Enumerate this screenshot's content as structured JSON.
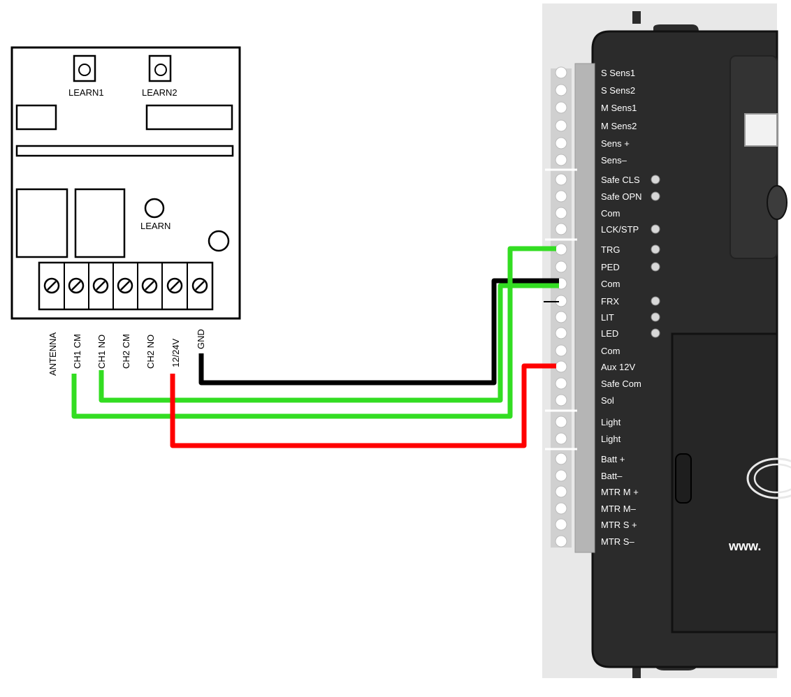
{
  "receiver": {
    "buttons": [
      "LEARN1",
      "LEARN2"
    ],
    "learn_label": "LEARN",
    "terminals": [
      "ANTENNA",
      "CH1 CM",
      "CH1 NO",
      "CH2 CM",
      "CH2 NO",
      "12/24V",
      "GND"
    ]
  },
  "controller": {
    "labels": [
      "S Sens1",
      "S Sens2",
      "M Sens1",
      "M Sens2",
      "Sens +",
      "Sens–",
      "Safe CLS",
      "Safe OPN",
      "Com",
      "LCK/STP",
      "TRG",
      "PED",
      "Com",
      "FRX",
      "LIT",
      "LED",
      "Com",
      "Aux 12V",
      "Safe Com",
      "Sol",
      "Light",
      "Light",
      "Batt +",
      "Batt–",
      "MTR M +",
      "MTR M–",
      "MTR S +",
      "MTR S–"
    ],
    "website_fragment": "www.",
    "board_color": "#2b2b2b"
  },
  "wires": [
    {
      "from": "GND",
      "to": "Com",
      "color": "#000000"
    },
    {
      "from": "CH1 NO",
      "to": "Com",
      "color": "#33dd22"
    },
    {
      "from": "CH1 CM",
      "to": "TRG",
      "color": "#33dd22"
    },
    {
      "from": "12/24V",
      "to": "Aux 12V",
      "color": "#ff0000"
    }
  ]
}
